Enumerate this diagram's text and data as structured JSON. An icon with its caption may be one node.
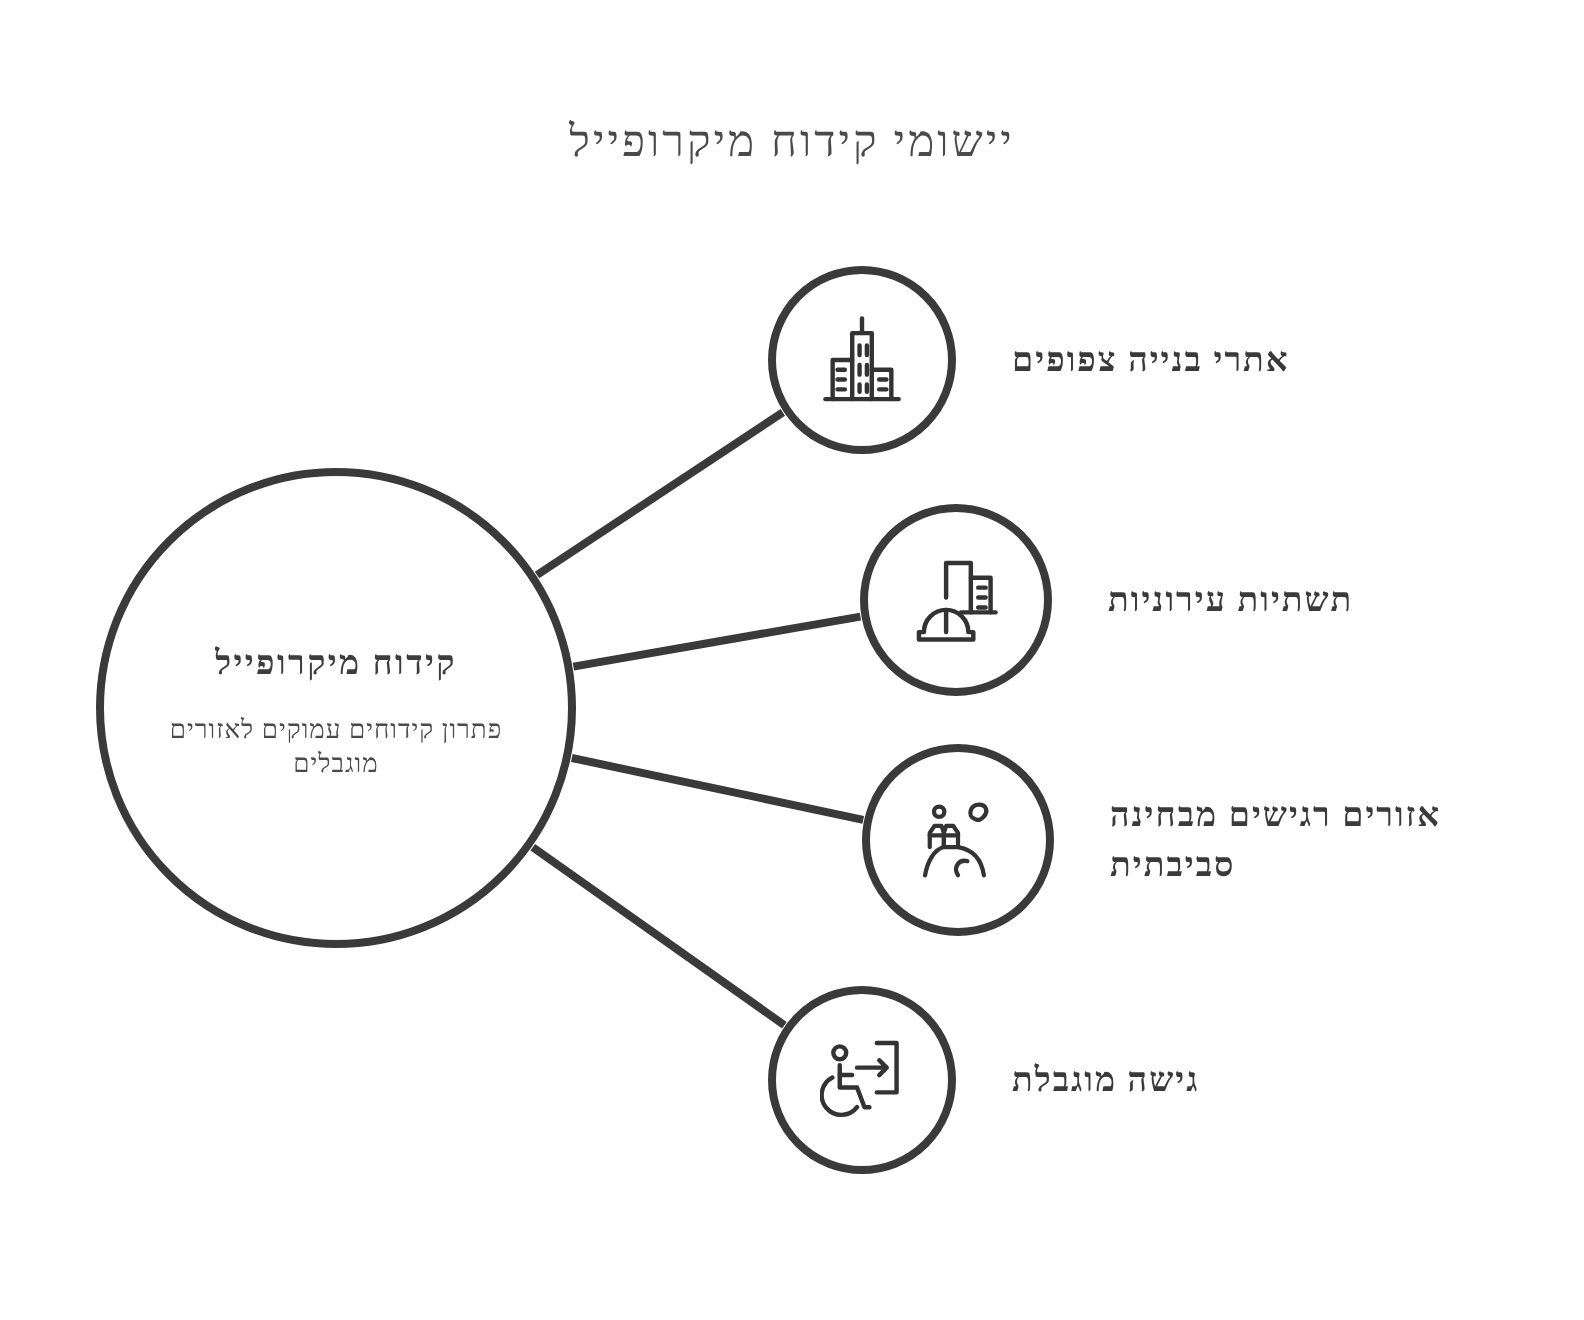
{
  "diagram": {
    "title": "יישומי קידוח מיקרופייל",
    "nodes": [
      {
        "text": [
          "קידוח מיקרופייל",
          "פתרון קידוחים עמוקים לאזורים מוגבלים"
        ]
      },
      {
        "text": [],
        "shape": "circle",
        "beside": [
          "אתרי בנייה צפופים"
        ]
      },
      {
        "text": [],
        "shape": "circle",
        "beside": [
          "תשתיות עירוניות"
        ]
      },
      {
        "text": [],
        "shape": "circle",
        "beside": [
          "אזורים רגישים מבחינה סביבתית"
        ]
      },
      {
        "text": [],
        "shape": "circle",
        "beside": [
          "גישה מוגבלת"
        ]
      }
    ],
    "edges": [
      {
        "from": 0,
        "to": 1,
        "arrow": "none"
      },
      {
        "from": 0,
        "to": 2,
        "arrow": "none"
      },
      {
        "from": 0,
        "to": 3,
        "arrow": "none"
      },
      {
        "from": 0,
        "to": 4,
        "arrow": "none"
      }
    ]
  }
}
